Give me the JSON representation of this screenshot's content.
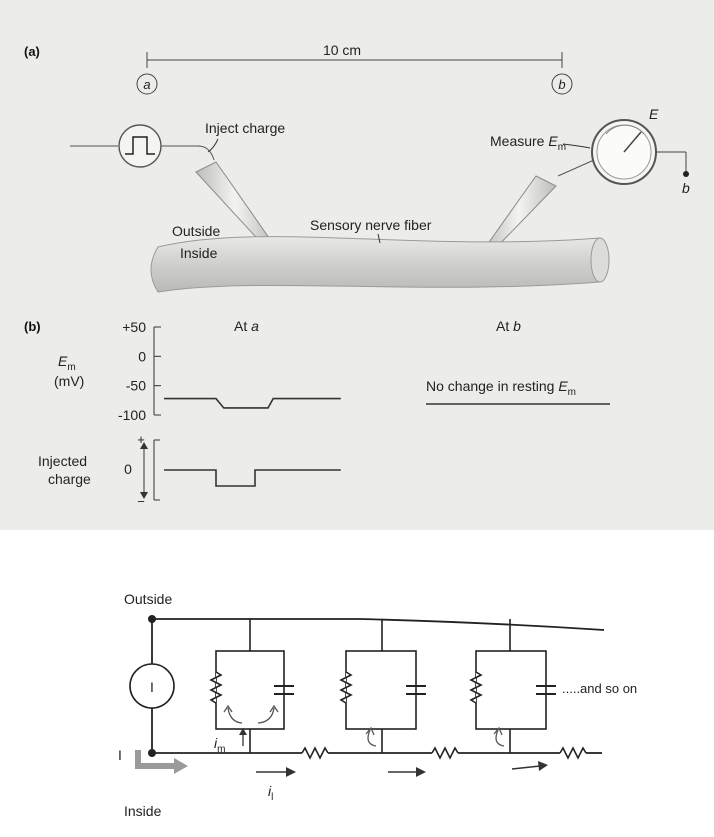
{
  "panel_a": {
    "label": "(a)",
    "distance": "10 cm",
    "point_a": "a",
    "point_b": "b",
    "inject_label": "Inject charge",
    "measure_label": "Measure",
    "measure_symbol": "E",
    "measure_sub": "m",
    "meter_label": "E",
    "meter_terminal": "b",
    "outside_label": "Outside",
    "inside_label": "Inside",
    "fiber_label": "Sensory nerve fiber"
  },
  "panel_b": {
    "label": "(b)",
    "at_a_prefix": "At ",
    "at_a_var": "a",
    "at_b_prefix": "At ",
    "at_b_var": "b",
    "em_label": "E",
    "em_sub": "m",
    "em_unit": "(mV)",
    "ticks": [
      "+50",
      "0",
      "-50",
      "-100"
    ],
    "injected_line1": "Injected",
    "injected_line2": "charge",
    "charge_plus": "+",
    "charge_zero": "0",
    "charge_minus": "−",
    "no_change": "No change in resting ",
    "no_change_sym": "E",
    "no_change_sub": "m"
  },
  "circuit": {
    "outside": "Outside",
    "inside": "Inside",
    "source": "I",
    "current_i": "I",
    "im": "i",
    "im_sub": "m",
    "il": "i",
    "il_sub": "l",
    "and_so_on": ".....and so on"
  },
  "chart_data": {
    "type": "line",
    "title": "",
    "series": [
      {
        "name": "",
        "x": [
          0,
          1.0,
          1.15,
          2.0,
          2.1,
          3.4
        ],
        "y": [
          -72,
          -72,
          -88,
          -88,
          -72,
          -72
        ]
      },
      {
        "name": "",
        "x": [
          0,
          1.0,
          1.0,
          1.75,
          1.75,
          3.4
        ],
        "y": [
          0,
          0,
          -1,
          -1,
          0,
          0
        ]
      }
    ],
    "ylim": [
      -100,
      50
    ],
    "yticks": [
      "+50",
      "0",
      "-50",
      "-100"
    ]
  },
  "colors": {
    "top_background": "#ececea",
    "fiber": "#d8d8d6",
    "ink": "#222222"
  }
}
